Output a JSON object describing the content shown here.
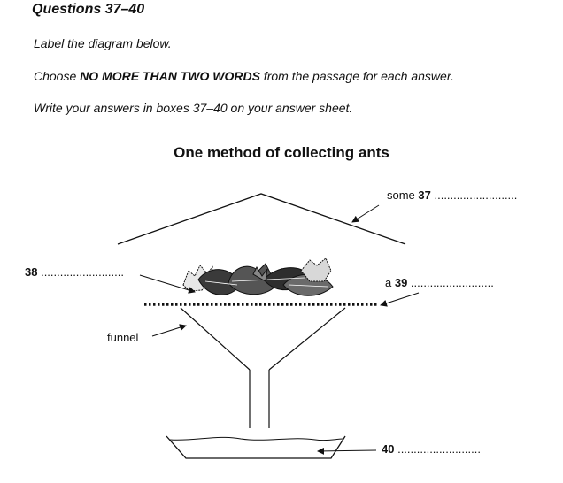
{
  "question": {
    "heading": "Questions 37–40",
    "instruction_1": "Label the diagram below.",
    "instruction_2_pre": "Choose ",
    "instruction_2_bold": "NO MORE THAN TWO WORDS",
    "instruction_2_post": " from the passage for each answer.",
    "instruction_3": "Write your answers in boxes 37–40 on your answer sheet."
  },
  "diagram": {
    "title": "One method of collecting ants",
    "labels": {
      "l37_prefix": "some ",
      "l37_number": "37",
      "l37_dots": " ..........................",
      "l38_number": "38",
      "l38_dots": " ..........................",
      "l39_prefix": "a ",
      "l39_number": "39",
      "l39_dots": " ..........................",
      "funnel": "funnel",
      "l40_number": "40",
      "l40_dots": " .........................."
    }
  }
}
